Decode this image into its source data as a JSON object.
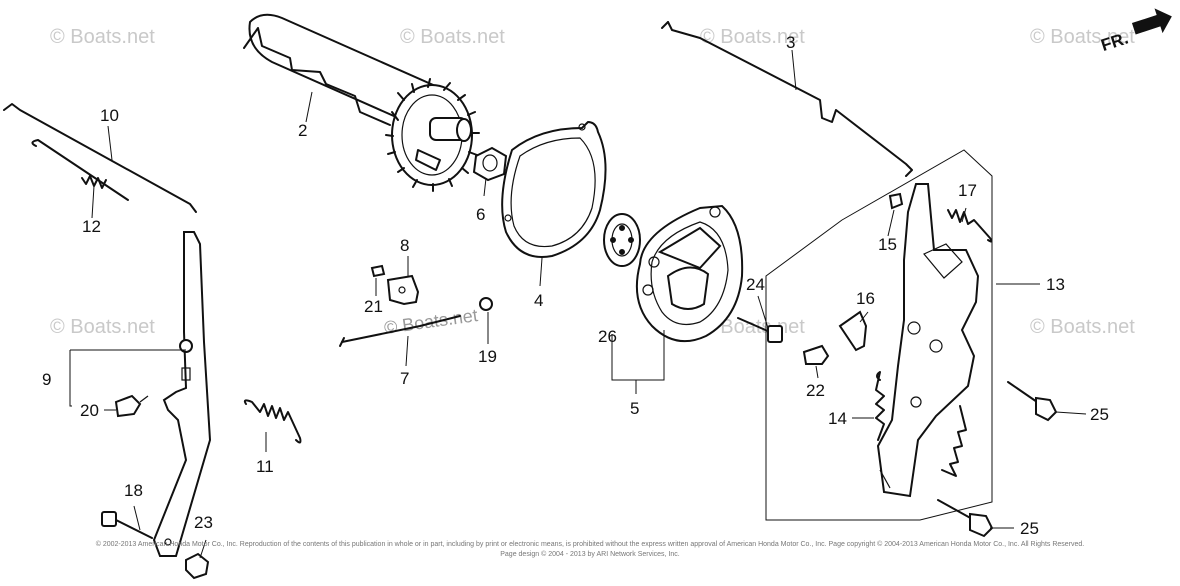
{
  "watermark": "© Boats.net",
  "center_watermark": "© Boats.net",
  "fr_label": "FR.",
  "copyright": {
    "line1": "© 2002-2013 American Honda Motor Co., Inc. Reproduction of the contents of this publication in whole or in part, including by print or electronic means, is prohibited without the express written approval of American Honda Motor Co., Inc. Page copyright © 2004-2013 American Honda Motor Co., Inc. All Rights Reserved.",
    "line2": "Page design © 2004 - 2013 by ARI Network Services, Inc."
  },
  "callouts": {
    "p2": "2",
    "p3": "3",
    "p4": "4",
    "p5": "5",
    "p6": "6",
    "p7": "7",
    "p8": "8",
    "p9": "9",
    "p10": "10",
    "p11": "11",
    "p12": "12",
    "p13": "13",
    "p14": "14",
    "p15": "15",
    "p16": "16",
    "p17": "17",
    "p18": "18",
    "p19": "19",
    "p20": "20",
    "p21": "21",
    "p22": "22",
    "p23": "23",
    "p24": "24",
    "p25a": "25",
    "p25b": "25",
    "p26": "26"
  }
}
